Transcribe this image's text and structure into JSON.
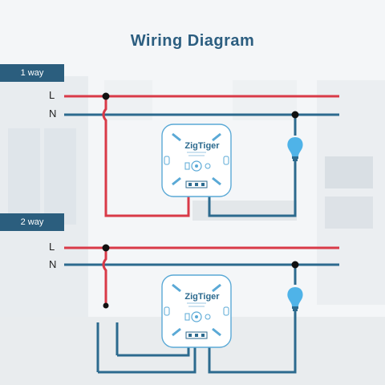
{
  "title": "Wiring Diagram",
  "sections": [
    {
      "tag": "1 way",
      "live_label": "L",
      "neutral_label": "N"
    },
    {
      "tag": "2 way",
      "live_label": "L",
      "neutral_label": "N"
    }
  ],
  "device": {
    "brand": "ZigTiger"
  },
  "colors": {
    "live": "#d93a48",
    "neutral": "#2c6a8e",
    "accent": "#2b5e7e",
    "bulb": "#4fb3e8"
  }
}
